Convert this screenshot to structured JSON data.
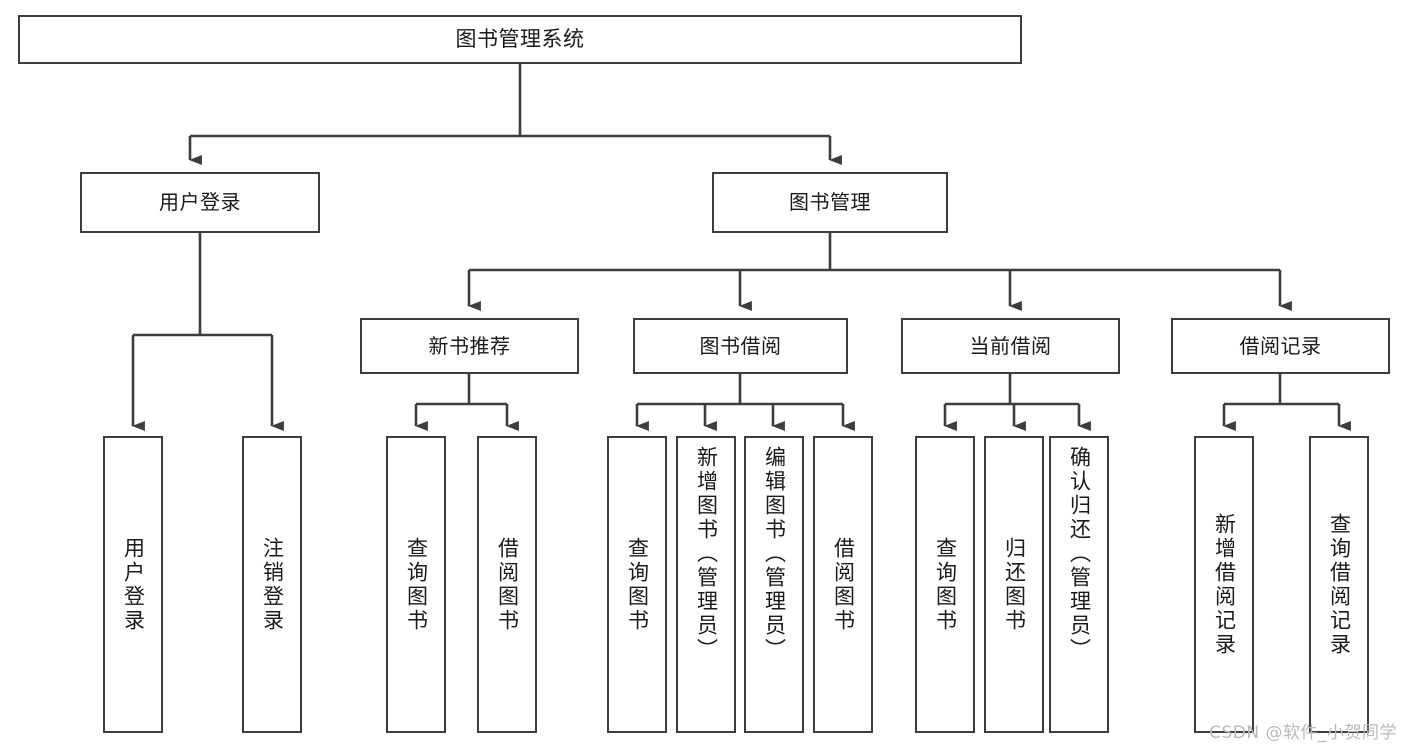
{
  "diagram": {
    "title": "图书管理系统",
    "type": "tree",
    "watermark": "CSDN @软件_小贺同学",
    "colors": {
      "border": "#3d3d3d",
      "fill": "#ffffff",
      "text": "#1a1a1a",
      "watermark": "#b9b9b9",
      "background": "#ffffff"
    }
  },
  "nodes": {
    "root": {
      "label": "图书管理系统"
    },
    "level1": [
      {
        "label": "用户登录"
      },
      {
        "label": "图书管理"
      }
    ],
    "level2": [
      {
        "label": "新书推荐"
      },
      {
        "label": "图书借阅"
      },
      {
        "label": "当前借阅"
      },
      {
        "label": "借阅记录"
      }
    ],
    "leaves": {
      "user_login": [
        {
          "label": "用户登录"
        },
        {
          "label": "注销登录"
        }
      ],
      "new_book_recommend": [
        {
          "label": "查询图书"
        },
        {
          "label": "借阅图书"
        }
      ],
      "book_borrow": [
        {
          "label": "查询图书"
        },
        {
          "label": "新增图书（管理员）"
        },
        {
          "label": "编辑图书（管理员）"
        },
        {
          "label": "借阅图书"
        }
      ],
      "current_borrow": [
        {
          "label": "查询图书"
        },
        {
          "label": "归还图书"
        },
        {
          "label": "确认归还（管理员）"
        }
      ],
      "borrow_record": [
        {
          "label": "新增借阅记录"
        },
        {
          "label": "查询借阅记录"
        }
      ]
    }
  }
}
